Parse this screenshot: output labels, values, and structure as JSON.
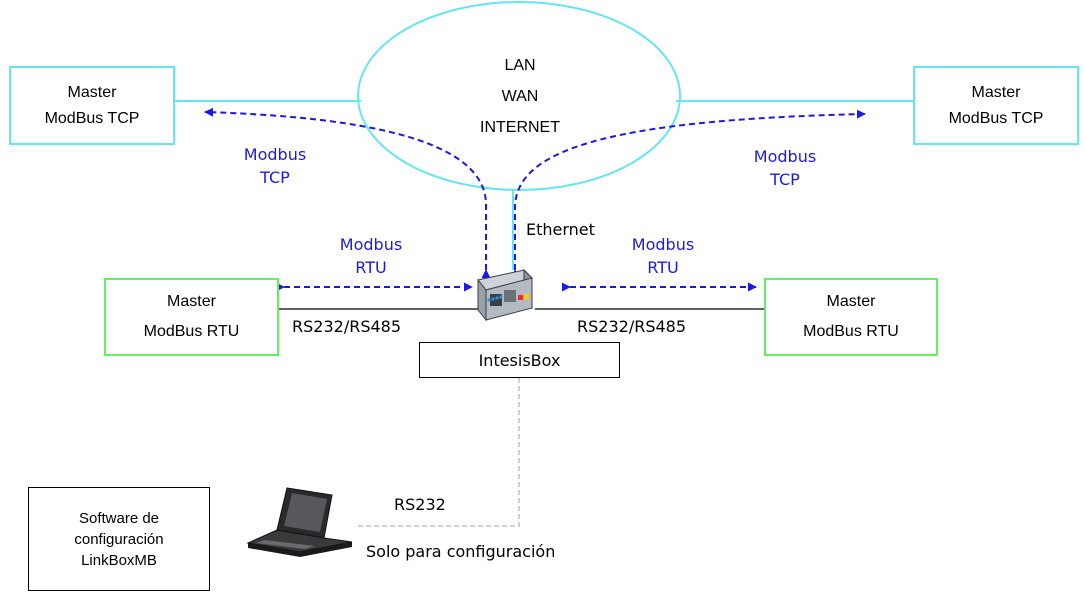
{
  "cloud": {
    "line1": "LAN",
    "line2": "WAN",
    "line3": "INTERNET"
  },
  "masters_tcp": {
    "left": {
      "line1": "Master",
      "line2": "ModBus TCP"
    },
    "right": {
      "line1": "Master",
      "line2": "ModBus TCP"
    }
  },
  "masters_rtu": {
    "left": {
      "line1": "Master",
      "line2": "ModBus RTU"
    },
    "right": {
      "line1": "Master",
      "line2": "ModBus RTU"
    }
  },
  "protocols": {
    "tcp_left": {
      "line1": "Modbus",
      "line2": "TCP"
    },
    "tcp_right": {
      "line1": "Modbus",
      "line2": "TCP"
    },
    "rtu_left": {
      "line1": "Modbus",
      "line2": "RTU"
    },
    "rtu_right": {
      "line1": "Modbus",
      "line2": "RTU"
    }
  },
  "links": {
    "ethernet": "Ethernet",
    "serial_left": "RS232/RS485",
    "serial_right": "RS232/RS485",
    "config_port": "RS232",
    "config_note": "Solo para configuración"
  },
  "device": {
    "name": "IntesisBox"
  },
  "software": {
    "line1": "Software de",
    "line2": "configuración",
    "line3": "LinkBoxMB"
  },
  "colors": {
    "cloud_outline": "#66e5f2",
    "tcp_box_border": "#66e5f2",
    "rtu_box_border": "#66ee66",
    "protocol_text": "#1a1ae6",
    "dashed_arrows": "#1a1ae6",
    "config_link": "#c0c0c0"
  },
  "icons": {
    "gateway": "intesisbox-device-icon",
    "computer": "laptop-icon"
  }
}
